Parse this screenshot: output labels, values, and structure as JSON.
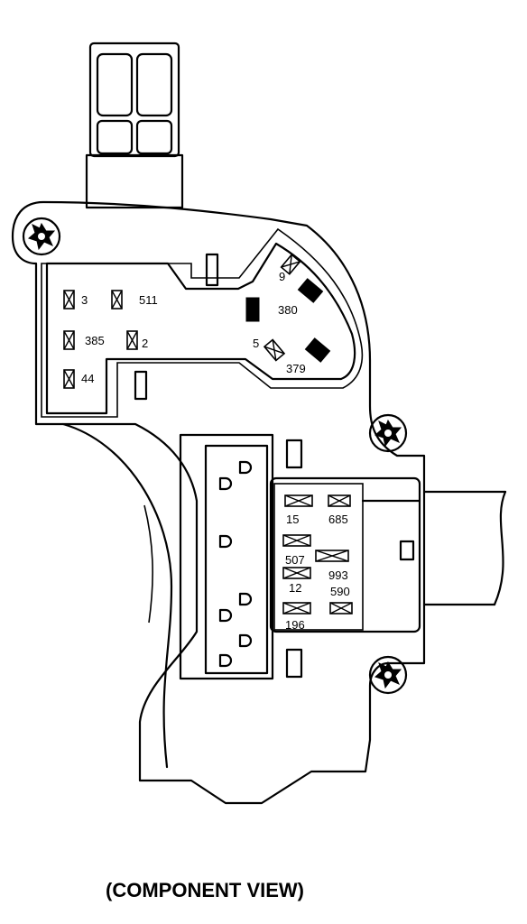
{
  "caption": "(COMPONENT VIEW)",
  "terminals": {
    "t3": "3",
    "t511": "511",
    "t385": "385",
    "t2": "2",
    "t44": "44",
    "t9": "9",
    "t380": "380",
    "t5": "5",
    "t379": "379",
    "t15": "15",
    "t685": "685",
    "t507": "507",
    "t993": "993",
    "t12": "12",
    "t590": "590",
    "t196": "196"
  }
}
